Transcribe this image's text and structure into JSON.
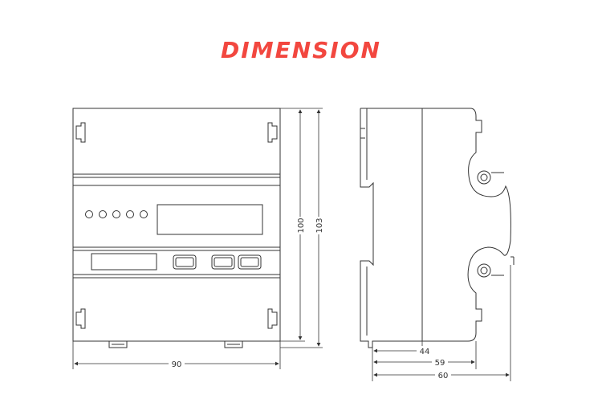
{
  "title": "DIMENSION",
  "dimensions": {
    "front_height_inner": "100",
    "front_height_outer": "103",
    "front_width": "90",
    "side_depth_1": "44",
    "side_depth_2": "59",
    "side_depth_3": "60"
  },
  "colors": {
    "title": "#f2473f",
    "line": "#333333",
    "background": "#ffffff"
  }
}
